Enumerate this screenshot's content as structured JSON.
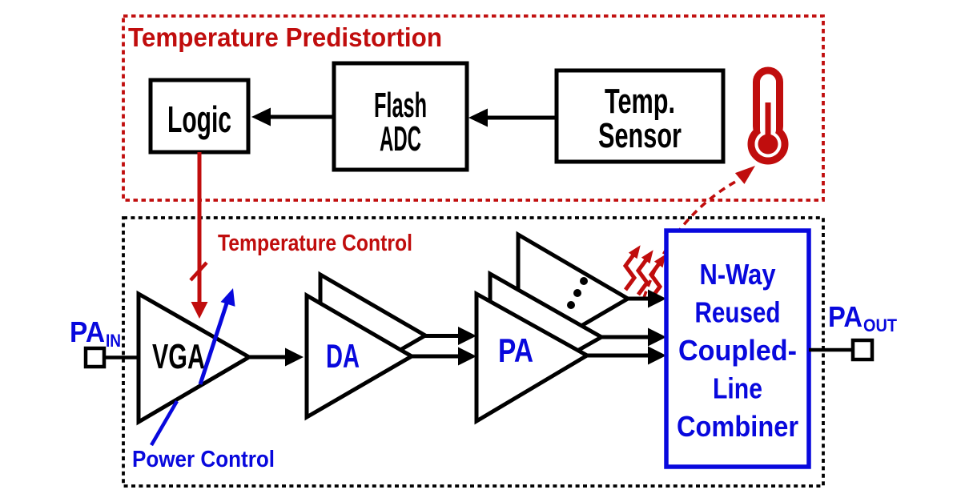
{
  "colors": {
    "red": "#C00D0D",
    "blue": "#0808DD",
    "black": "#000000",
    "background": "#FFFFFF"
  },
  "predistortion": {
    "title": "Temperature Predistortion",
    "logic": "Logic",
    "flash_adc": [
      "Flash",
      "ADC"
    ],
    "temp_sensor": [
      "Temp.",
      "Sensor"
    ]
  },
  "chain": {
    "temperature_control": "Temperature Control",
    "power_control": "Power Control",
    "vga": "VGA",
    "da": "DA",
    "pa": "PA",
    "combiner": [
      "N-Way",
      "Reused",
      "Coupled-",
      "Line",
      "Combiner"
    ],
    "input": {
      "label": "PA",
      "subscript": "IN"
    },
    "output": {
      "label": "PA",
      "subscript": "OUT"
    }
  }
}
